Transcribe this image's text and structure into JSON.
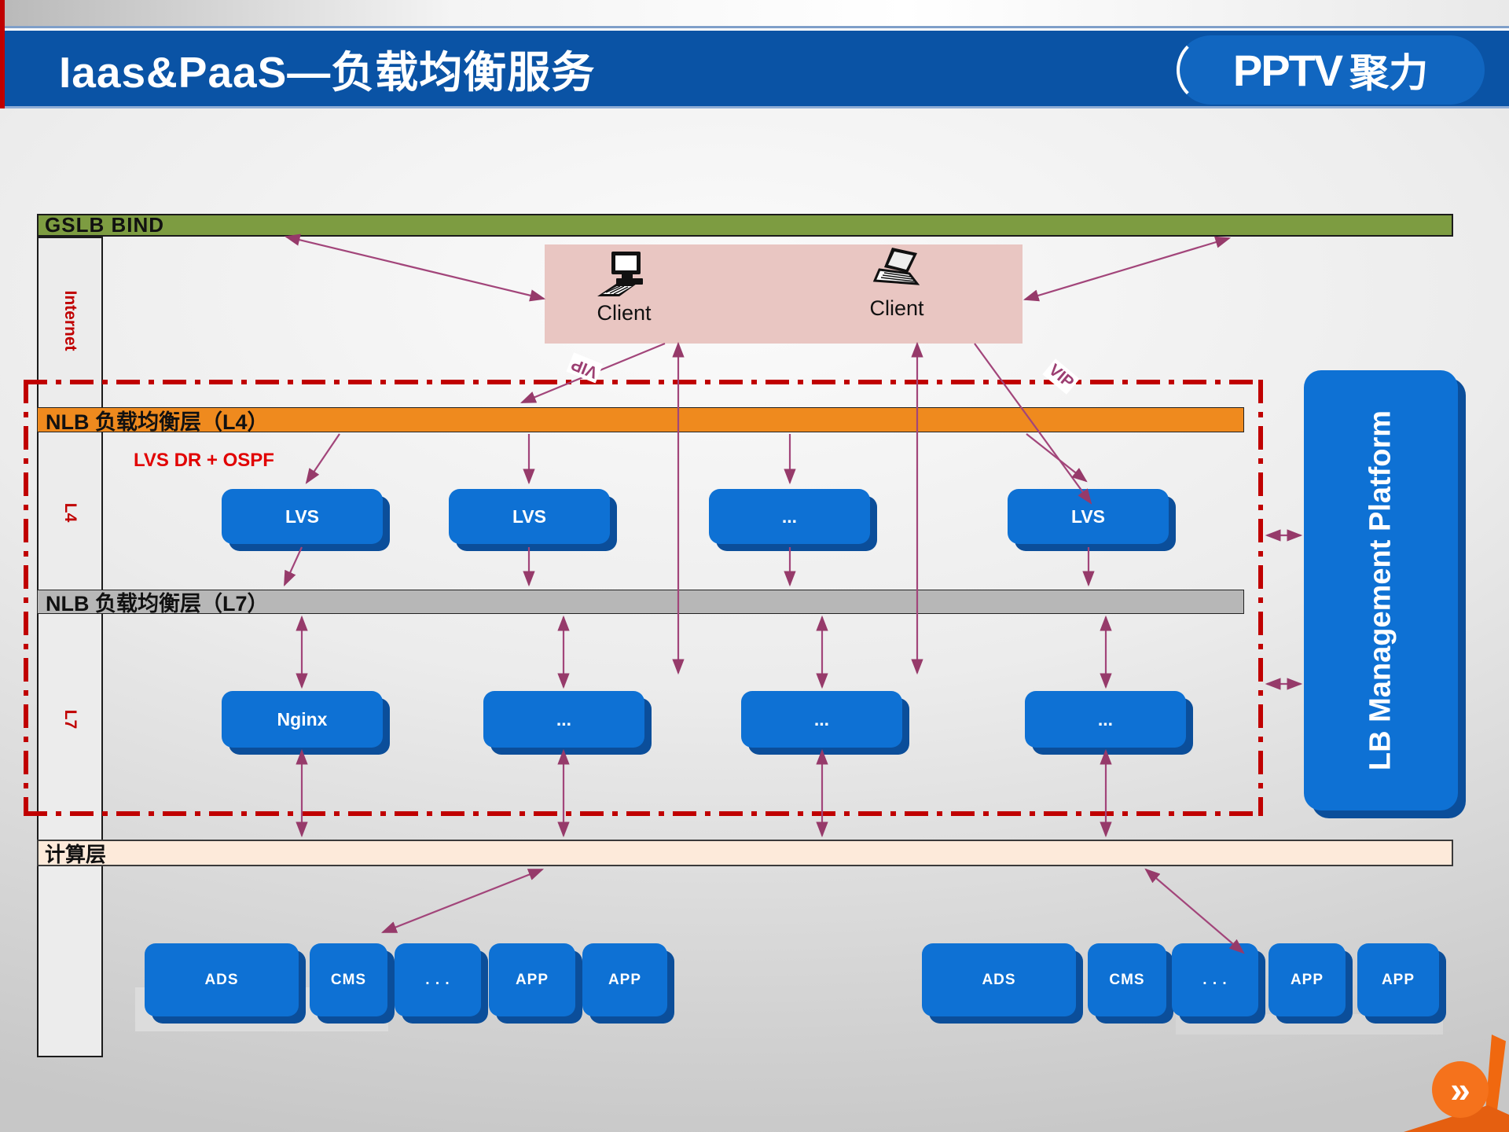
{
  "header": {
    "title": "Iaas&PaaS—负载均衡服务",
    "logo": {
      "brand": "PPTV",
      "suffix": "聚力"
    }
  },
  "diagram": {
    "gslb_bar": "GSLB BIND",
    "side_labels": {
      "internet": "Internet",
      "l4": "L4",
      "l7": "L7"
    },
    "clients": [
      "Client",
      "Client"
    ],
    "l4_bar": "NLB 负载均衡层（L4）",
    "l4_note": "LVS DR + OSPF",
    "l4_nodes": [
      "LVS",
      "LVS",
      "...",
      "LVS"
    ],
    "l7_bar": "NLB 负载均衡层（L7）",
    "l7_nodes": [
      "Nginx",
      "...",
      "...",
      "..."
    ],
    "compute_bar": "计算层",
    "compute_nodes_left": [
      "ADS",
      "CMS",
      ". . .",
      "APP",
      "APP"
    ],
    "compute_nodes_right": [
      "ADS",
      "CMS",
      ". . .",
      "APP",
      "APP"
    ],
    "lb_platform": "LB Management Platform",
    "vip_labels": [
      "VIP",
      "VIP"
    ]
  },
  "nav": {
    "next_glyph": "»"
  },
  "colors": {
    "header-blue": "#0a53a5",
    "logo-blue": "#1166c0",
    "green": "#7d9c41",
    "orange": "#ef8a1e",
    "gray-bar": "#b7b7b7",
    "peach": "#fdeada",
    "node-blue": "#0e71d4",
    "node-shadow": "#0b4e9a",
    "arrow": "#9c3f72",
    "dashed-red": "#c00000",
    "red-text": "#c00000",
    "pink": "#e9c6c2",
    "icon-orange": "#f5721c"
  }
}
